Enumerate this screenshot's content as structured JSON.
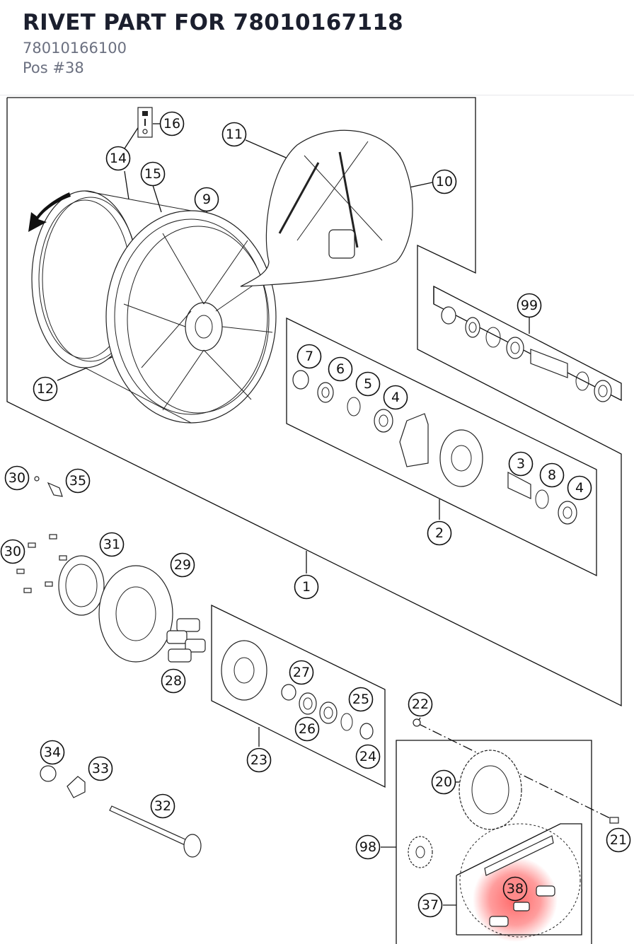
{
  "header": {
    "title": "RIVET PART FOR 78010167118",
    "part_number": "78010166100",
    "position": "Pos #38"
  },
  "diagram": {
    "highlight_color": "#ff4d4d",
    "highlighted_callout": "38",
    "callouts": [
      "16",
      "14",
      "15",
      "11",
      "10",
      "9",
      "12",
      "99",
      "7",
      "6",
      "5",
      "4",
      "3",
      "8",
      "4",
      "2",
      "30",
      "35",
      "31",
      "30",
      "29",
      "1",
      "28",
      "27",
      "25",
      "26",
      "24",
      "23",
      "22",
      "20",
      "21",
      "98",
      "37",
      "38",
      "34",
      "33",
      "32"
    ]
  }
}
